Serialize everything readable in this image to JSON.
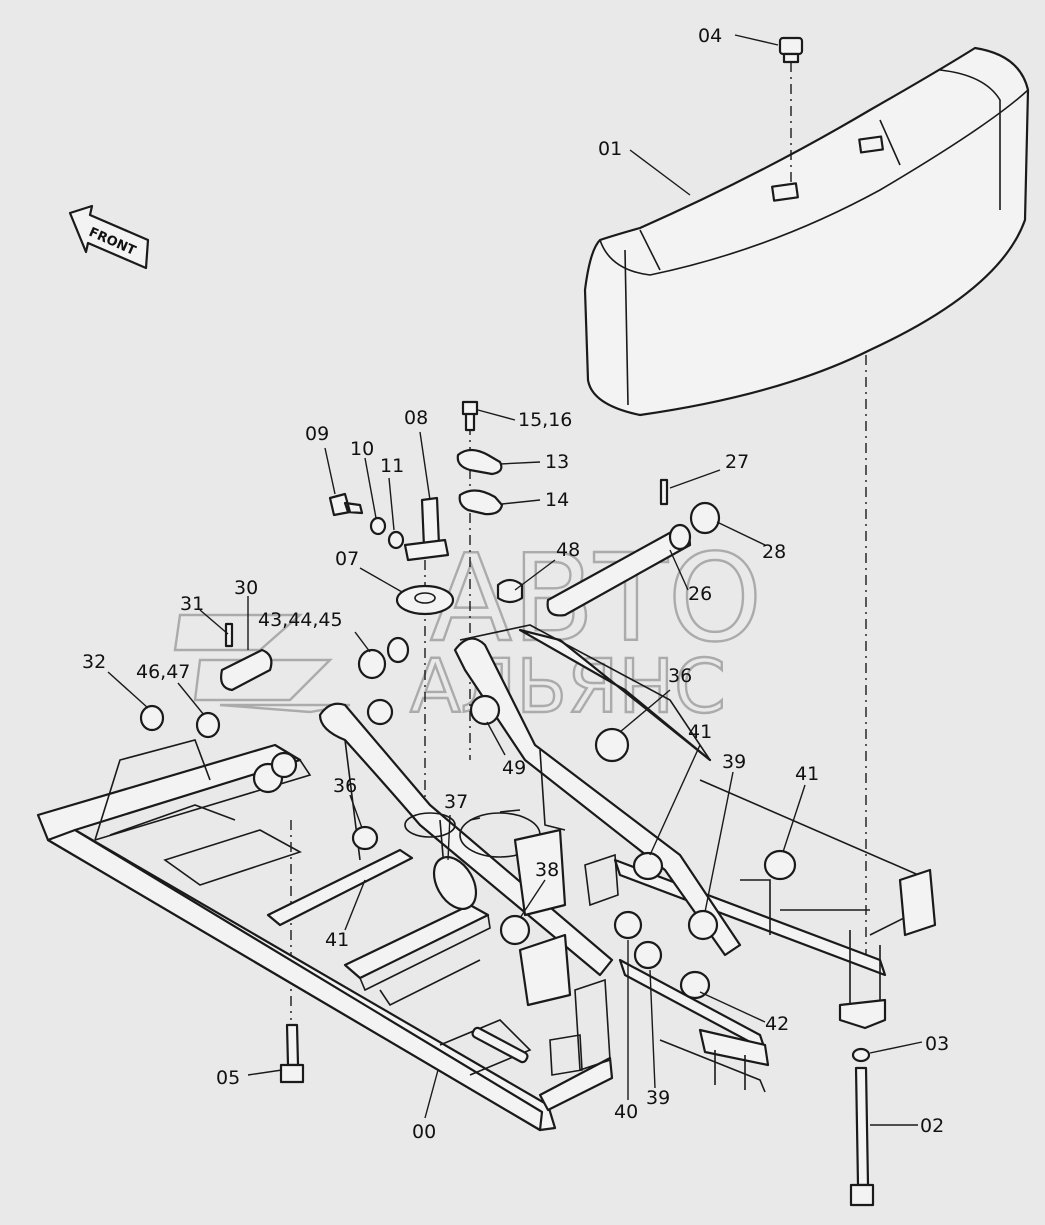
{
  "diagram": {
    "direction_label": "FRONT",
    "watermark": {
      "line1": "АВТО",
      "line2": "АЛЬЯНС"
    },
    "callouts": [
      {
        "id": "01",
        "text": "01"
      },
      {
        "id": "04",
        "text": "04"
      },
      {
        "id": "15_16",
        "text": "15,16"
      },
      {
        "id": "13",
        "text": "13"
      },
      {
        "id": "14",
        "text": "14"
      },
      {
        "id": "08",
        "text": "08"
      },
      {
        "id": "09",
        "text": "09"
      },
      {
        "id": "10",
        "text": "10"
      },
      {
        "id": "11",
        "text": "11"
      },
      {
        "id": "07",
        "text": "07"
      },
      {
        "id": "48",
        "text": "48"
      },
      {
        "id": "27",
        "text": "27"
      },
      {
        "id": "28",
        "text": "28"
      },
      {
        "id": "26",
        "text": "26"
      },
      {
        "id": "30",
        "text": "30"
      },
      {
        "id": "31",
        "text": "31"
      },
      {
        "id": "43_44_45",
        "text": "43,44,45"
      },
      {
        "id": "32",
        "text": "32"
      },
      {
        "id": "46_47",
        "text": "46,47"
      },
      {
        "id": "36a",
        "text": "36"
      },
      {
        "id": "49",
        "text": "49"
      },
      {
        "id": "41a",
        "text": "41"
      },
      {
        "id": "39a",
        "text": "39"
      },
      {
        "id": "41b",
        "text": "41"
      },
      {
        "id": "36b",
        "text": "36"
      },
      {
        "id": "37",
        "text": "37"
      },
      {
        "id": "38",
        "text": "38"
      },
      {
        "id": "41c",
        "text": "41"
      },
      {
        "id": "42",
        "text": "42"
      },
      {
        "id": "03",
        "text": "03"
      },
      {
        "id": "02",
        "text": "02"
      },
      {
        "id": "05",
        "text": "05"
      },
      {
        "id": "00",
        "text": "00"
      },
      {
        "id": "40",
        "text": "40"
      },
      {
        "id": "39b",
        "text": "39"
      }
    ]
  }
}
